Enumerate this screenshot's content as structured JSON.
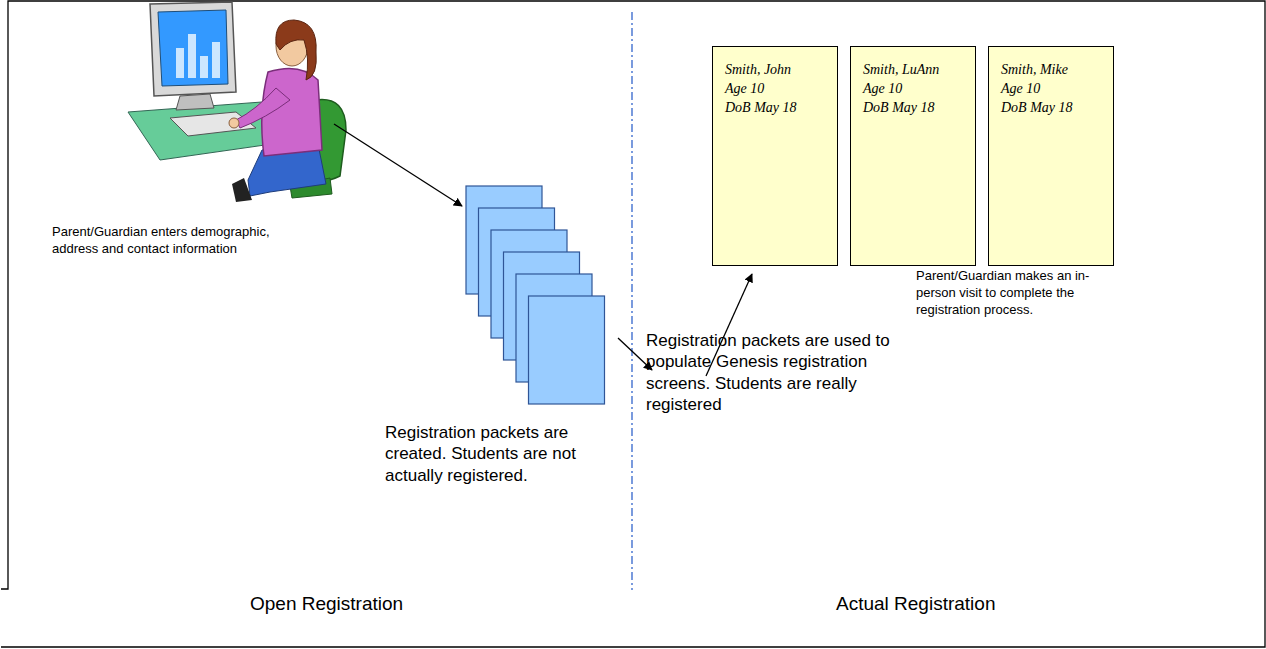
{
  "diagram": {
    "nodes": [
      {
        "text": [
          "Smith, John",
          "Age 10",
          "DoB May 18"
        ]
      },
      {
        "text": [
          "Smith, LuAnn",
          "Age 10",
          "DoB May 18"
        ]
      },
      {
        "text": [
          "Smith, Mike",
          "Age 10",
          "DoB May 18"
        ]
      }
    ],
    "labels": [
      "Parent/Guardian enters demographic, address and contact information",
      "Registration packets are created. Students are not actually registered.",
      "Parent/Guardian makes an in-person visit to complete the registration process.",
      "Registration packets are used to populate Genesis registration screens. Students are really registered",
      "Open Registration",
      "Actual Registration"
    ]
  }
}
